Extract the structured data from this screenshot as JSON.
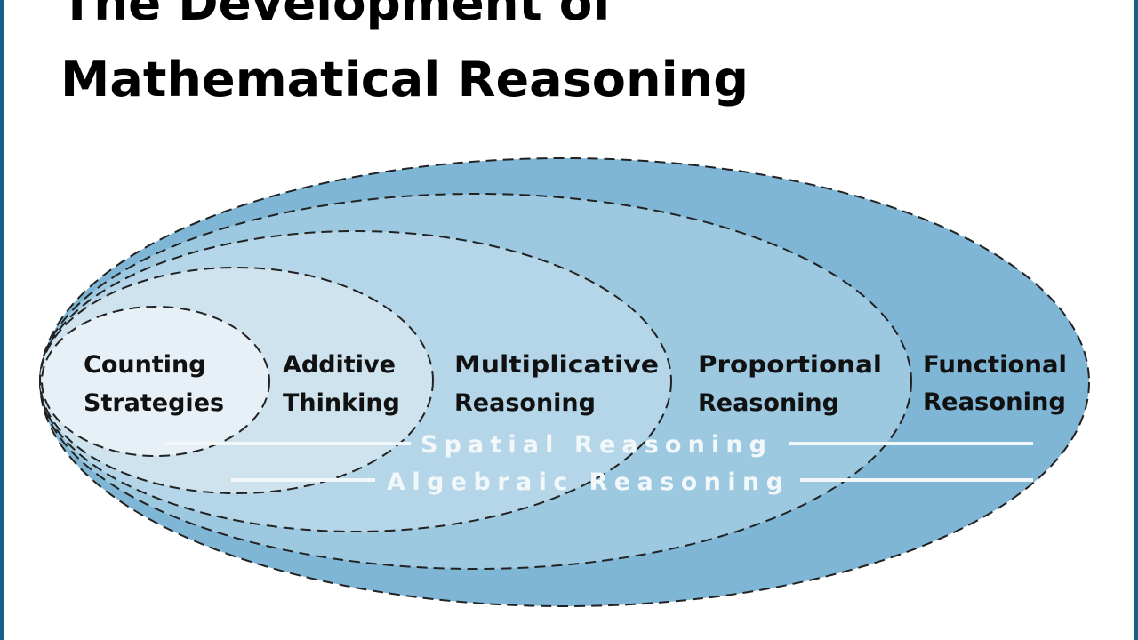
{
  "title": {
    "line1": "The Development of",
    "line2": "Mathematical Reasoning"
  },
  "colors": {
    "frame": "#1a5f8a",
    "functional": "#7fb6d6",
    "proportional": "#9cc8e0",
    "multiplicative": "#b5d6e8",
    "additive": "#cfe3ef",
    "counting": "#e6f0f6",
    "band_text": "#f2f7fa"
  },
  "stages": [
    {
      "line1": "Counting",
      "line2": "Strategies"
    },
    {
      "line1": "Additive",
      "line2": "Thinking"
    },
    {
      "line1": "Multiplicative",
      "line2": "Reasoning"
    },
    {
      "line1": "Proportional",
      "line2": "Reasoning"
    },
    {
      "line1": "Functional",
      "line2": "Reasoning"
    }
  ],
  "bands": {
    "spatial": "Spatial Reasoning",
    "algebraic": "Algebraic Reasoning"
  }
}
